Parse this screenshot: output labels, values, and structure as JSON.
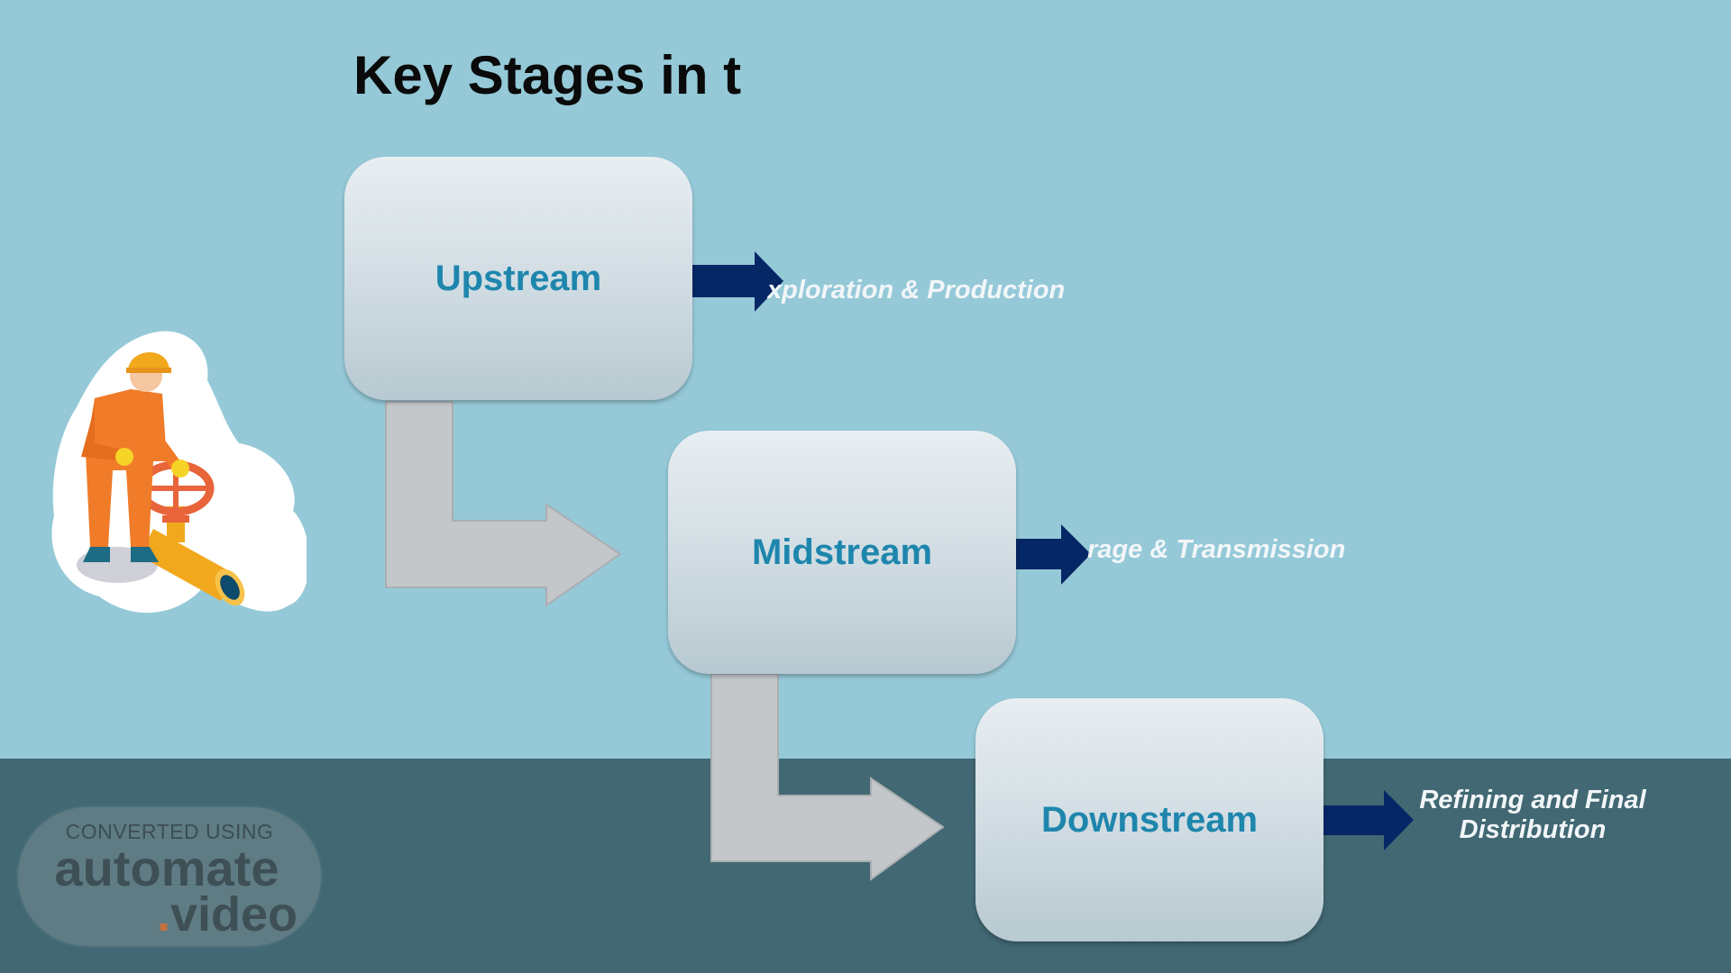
{
  "title": "Key Stages in t",
  "stages": [
    {
      "label": "Upstream",
      "caption": "xploration & Production"
    },
    {
      "label": "Midstream",
      "caption": "rage & Transmission"
    },
    {
      "label": "Downstream",
      "caption": "Refining and Final Distribution"
    }
  ],
  "watermark": {
    "line1": "CONVERTED USING",
    "line2": "automate",
    "dot": ".",
    "line3": "video"
  },
  "colors": {
    "background": "#95c9d8",
    "bottom_band": "#416873",
    "stage_text": "#1e86ad",
    "arrow": "#062766",
    "connector": "#c3c7ca",
    "caption": "#f2f6f8"
  },
  "icons": [
    "worker-with-valve-illustration"
  ]
}
